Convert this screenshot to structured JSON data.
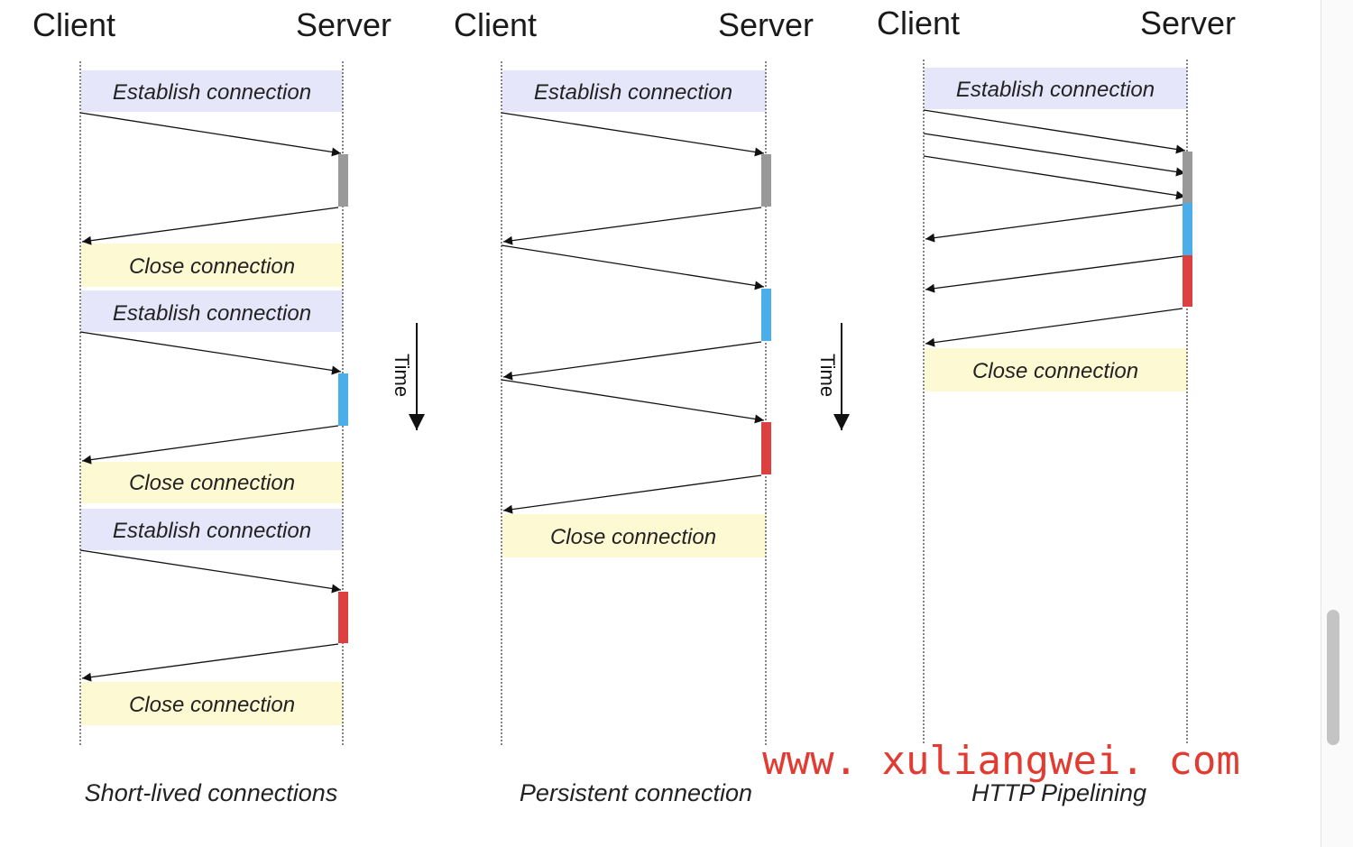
{
  "diagrams": [
    {
      "client_label": "Client",
      "server_label": "Server",
      "caption": "Short-lived connections",
      "bands": [
        {
          "type": "establish",
          "label": "Establish connection"
        },
        {
          "type": "close",
          "label": "Close connection"
        },
        {
          "type": "establish",
          "label": "Establish connection"
        },
        {
          "type": "close",
          "label": "Close connection"
        },
        {
          "type": "establish",
          "label": "Establish connection"
        },
        {
          "type": "close",
          "label": "Close connection"
        }
      ]
    },
    {
      "client_label": "Client",
      "server_label": "Server",
      "caption": "Persistent connection",
      "bands": [
        {
          "type": "establish",
          "label": "Establish connection"
        },
        {
          "type": "close",
          "label": "Close connection"
        }
      ]
    },
    {
      "client_label": "Client",
      "server_label": "Server",
      "caption": "HTTP Pipelining",
      "bands": [
        {
          "type": "establish",
          "label": "Establish connection"
        },
        {
          "type": "close",
          "label": "Close connection"
        }
      ]
    }
  ],
  "time_arrows": [
    {
      "label": "Time"
    },
    {
      "label": "Time"
    }
  ],
  "watermark": "www. xuliangwei. com",
  "colors": {
    "establish_band": "#e6e6fa",
    "close_band": "#fdf9d2",
    "request_1": "#999999",
    "request_2": "#4aaee8",
    "request_3": "#dc4040",
    "watermark": "#e23b32"
  }
}
